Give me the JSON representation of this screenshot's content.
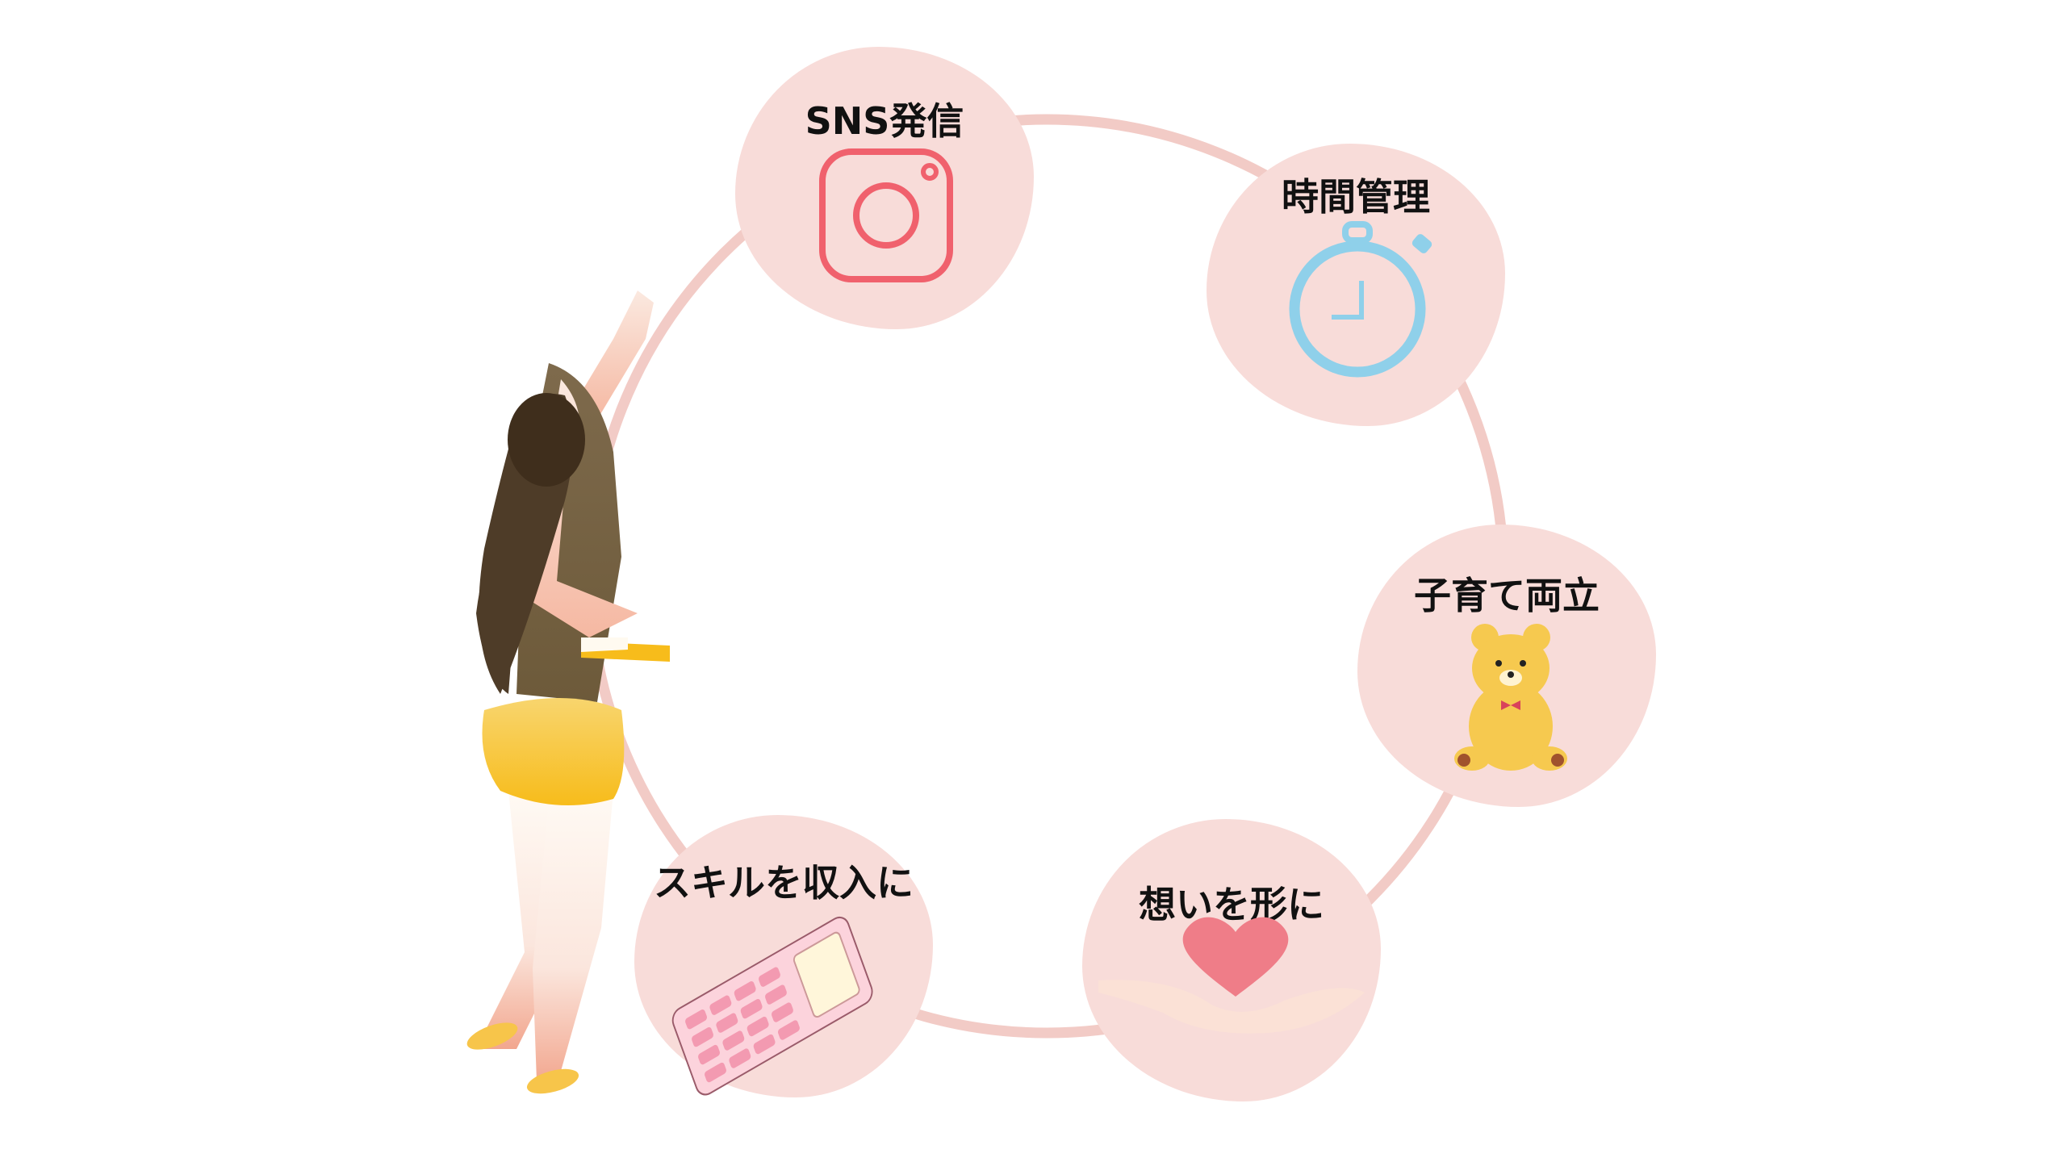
{
  "colors": {
    "ring": "#f2cbc6",
    "blob": "#f8dcd9",
    "accent_instagram": "#f0616d",
    "accent_timer": "#8fd0ea",
    "bear": "#f6c94f"
  },
  "items": [
    {
      "label": "SNS発信",
      "icon": "instagram-icon"
    },
    {
      "label": "時間管理",
      "icon": "stopwatch-icon"
    },
    {
      "label": "子育て両立",
      "icon": "teddy-bear-icon"
    },
    {
      "label": "想いを形に",
      "icon": "heart-in-hands-icon"
    },
    {
      "label": "スキルを収入に",
      "icon": "calculator-icon"
    }
  ]
}
